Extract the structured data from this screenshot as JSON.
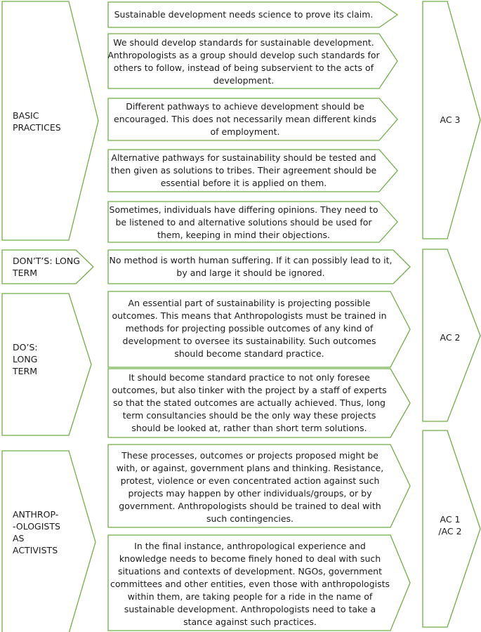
{
  "sections": [
    {
      "label": "BASIC\nPRACTICES",
      "items": [
        "Sustainable development needs science to prove its claim.",
        "We should develop standards for sustainable development. Anthropologists as a group should develop such standards for others to follow, instead of being subservient to the acts of development.",
        "Different pathways to achieve development should be encouraged. This does not necessarily mean different kinds of employment.",
        "Alternative pathways for sustainability should be tested and then given as solutions to tribes. Their agreement should be essential before it is applied on them.",
        "Sometimes, individuals have differing opinions. They need to be listened to and alternative solutions should be used for them, keeping in mind their objections."
      ]
    },
    {
      "label": "DON’T’S: LONG\nTERM",
      "items": [
        "No method is worth human suffering. If it can possibly lead to it, by and large it should be ignored."
      ]
    },
    {
      "label": "DO’S:\nLONG\nTERM",
      "items": [
        "An essential part of sustainability is projecting possible outcomes. This means that Anthropologists must be trained in methods for projecting possible outcomes of any kind of development to oversee its sustainability. Such outcomes should become standard practice.",
        "It should become standard practice to not only foresee outcomes, but also tinker with the project by a staff of experts so that the stated outcomes are actually achieved. Thus, long term consultancies should be the only way these projects should be looked at, rather than short term solutions."
      ]
    },
    {
      "label": "ANTHROP-\n-OLOGISTS\nAS\nACTIVISTS",
      "items": [
        "These processes, outcomes or projects proposed might be with, or against, government plans and thinking. Resistance, protest, violence or even concentrated action against such projects may happen by other individuals/groups, or by government. Anthropologists should be trained to deal with such contingencies.",
        "In the final instance, anthropological experience and knowledge needs to become finely honed to deal with such situations and contexts of development. NGOs, government committees and other entities, even those with anthropologists within them, are taking people for a ride in the name of sustainable development. Anthropologists need to take a stance against such practices."
      ]
    }
  ],
  "ac_labels": [
    "AC 3",
    "AC 2",
    "AC 1\n/AC 2"
  ]
}
